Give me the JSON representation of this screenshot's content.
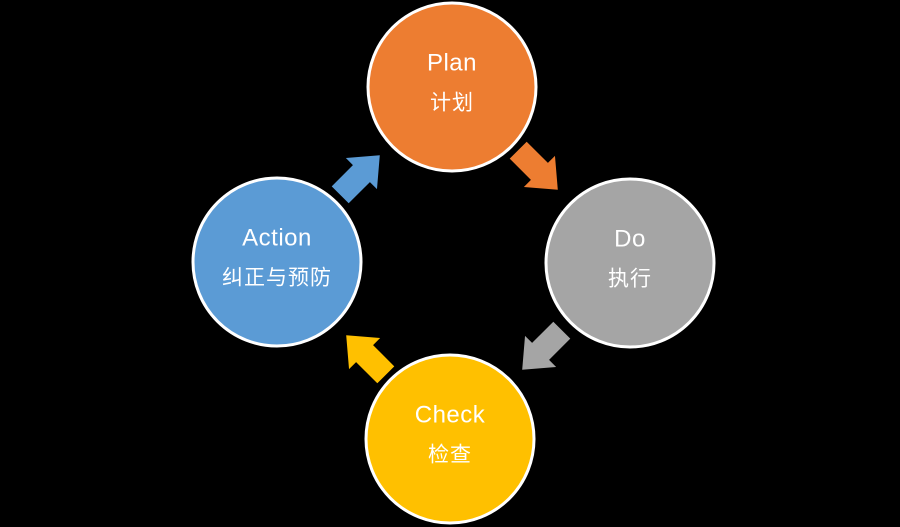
{
  "diagram": {
    "type": "cycle",
    "name": "PDCA cycle",
    "background_color": "#000000",
    "circle_border_color": "#ffffff",
    "text_color": "#ffffff",
    "nodes": [
      {
        "id": "plan",
        "label_en": "Plan",
        "label_zh": "计划",
        "color": "#ED7D31",
        "position": "top"
      },
      {
        "id": "do",
        "label_en": "Do",
        "label_zh": "执行",
        "color": "#A5A5A5",
        "position": "right"
      },
      {
        "id": "check",
        "label_en": "Check",
        "label_zh": "检查",
        "color": "#FFC000",
        "position": "bottom"
      },
      {
        "id": "action",
        "label_en": "Action",
        "label_zh": "纠正与预防",
        "color": "#5B9BD5",
        "position": "left"
      }
    ],
    "arrows": [
      {
        "from": "plan",
        "to": "do",
        "color": "#ED7D31",
        "direction": "down-right"
      },
      {
        "from": "do",
        "to": "check",
        "color": "#A5A5A5",
        "direction": "down-left"
      },
      {
        "from": "check",
        "to": "action",
        "color": "#FFC000",
        "direction": "up-left"
      },
      {
        "from": "action",
        "to": "plan",
        "color": "#5B9BD5",
        "direction": "up-right"
      }
    ]
  }
}
